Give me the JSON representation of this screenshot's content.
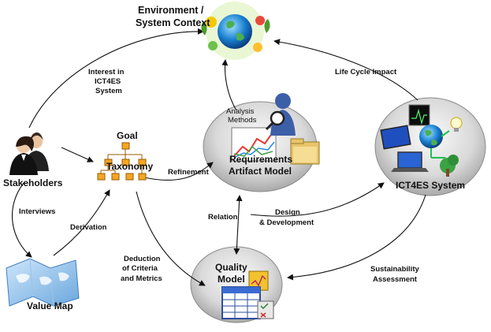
{
  "nodes": {
    "environment": {
      "line1": "Environment /",
      "line2": "System Context",
      "icon": "globe-with-nature-icon"
    },
    "stakeholders": {
      "label": "Stakeholders",
      "icon": "people-icon"
    },
    "goal_taxonomy": {
      "line1": "Goal",
      "line2": "Taxonomy",
      "icon": "tree-hierarchy-icon"
    },
    "requirements": {
      "line1": "Requirements",
      "line2": "Artifact Model",
      "sublabel_1": "Analysis",
      "sublabel_2": "Methods",
      "icon": "analysis-figure-icon"
    },
    "ict4es": {
      "label": "ICT4ES System",
      "icon": "computer-network-icon"
    },
    "quality_model": {
      "line1": "Quality",
      "line2": "Model",
      "icon": "spreadsheet-icon"
    },
    "value_map": {
      "label": "Value Map",
      "icon": "map-icon"
    }
  },
  "edges": {
    "interest": {
      "line1": "Interest in",
      "line2": "ICT4ES",
      "line3": "System"
    },
    "life_cycle": {
      "label": "Life Cycle Impact"
    },
    "refinement": {
      "label": "Refinement"
    },
    "interviews": {
      "label": "Interviews"
    },
    "derivation": {
      "label": "Derivation"
    },
    "relation": {
      "label": "Relation"
    },
    "design": {
      "line1": "Design",
      "line2": "& Development"
    },
    "deduction": {
      "line1": "Deduction",
      "line2": "of Criteria",
      "line3": "and Metrics"
    },
    "sustainability": {
      "line1": "Sustainability",
      "line2": "Assessment"
    }
  }
}
